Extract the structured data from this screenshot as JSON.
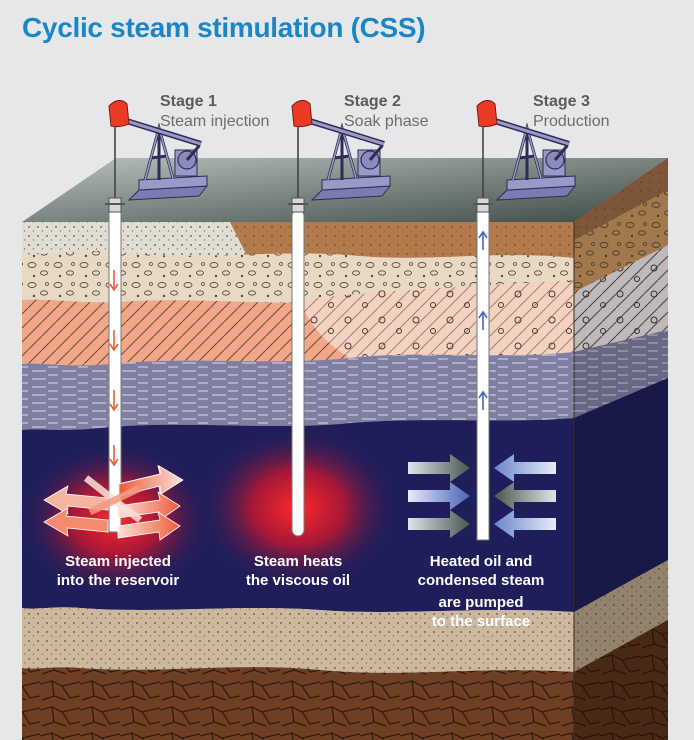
{
  "title": "Cyclic steam stimulation (CSS)",
  "stages": [
    {
      "number": "Stage 1",
      "name": "Steam injection",
      "caption": [
        "Steam injected",
        "into the reservoir"
      ]
    },
    {
      "number": "Stage 2",
      "name": "Soak phase",
      "caption": [
        "Steam heats",
        "the viscous oil"
      ]
    },
    {
      "number": "Stage 3",
      "name": "Production",
      "caption": [
        "Heated oil and",
        "condensed steam",
        "are pumped",
        "to the surface"
      ]
    }
  ],
  "colors": {
    "title": "#1a86c8",
    "reservoir": "#1e1e5a",
    "heat": "#e8202a",
    "pump_head": "#ec3b24",
    "pump_frame": "#9a9ac8",
    "surface": "#5f6f65"
  }
}
